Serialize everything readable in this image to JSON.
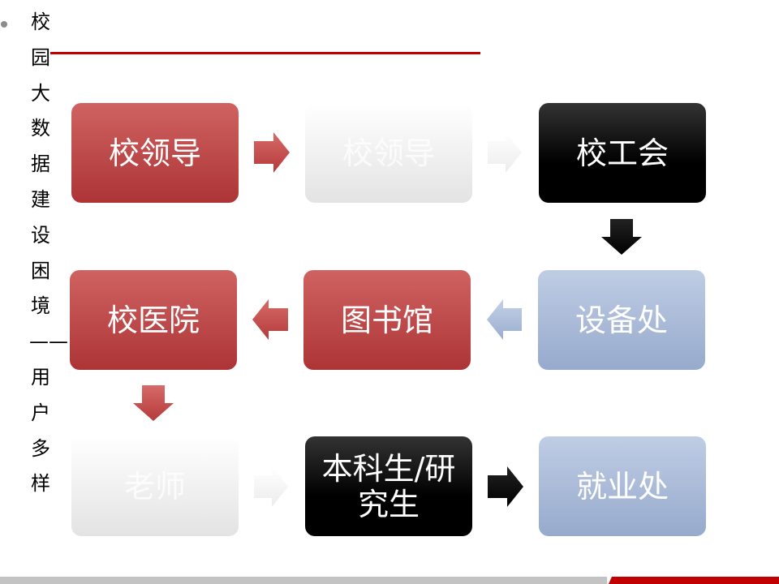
{
  "slide": {
    "title": "校园大数据建设困境——用户多样"
  },
  "boxes": {
    "leadership": "校领导",
    "faded_top": "校领导",
    "union": "校工会",
    "equipment": "设备处",
    "library": "图书馆",
    "hospital": "校医院",
    "teachers": "老师",
    "students": "本科生/研究生",
    "employment": "就业处"
  },
  "colors": {
    "red_box": "#c0504d",
    "black_box": "#000000",
    "blue_box": "#b0bfdc",
    "rule": "#c00000"
  }
}
